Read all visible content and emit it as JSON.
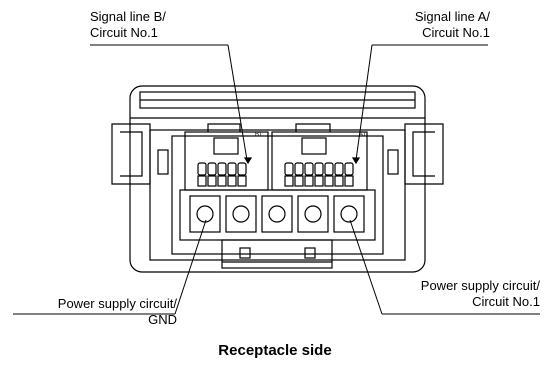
{
  "labels": {
    "signal_b": {
      "line1": "Signal line B/",
      "line2": "Circuit No.1"
    },
    "signal_a": {
      "line1": "Signal line A/",
      "line2": "Circuit No.1"
    },
    "power_gnd": {
      "line1": "Power supply circuit/",
      "line2": "GND"
    },
    "power_no1": {
      "line1": "Power supply circuit/",
      "line2": "Circuit No.1"
    }
  },
  "pin_marks": {
    "b1": "B1",
    "a1": "A1"
  },
  "caption": "Receptacle side",
  "colors": {
    "line": "#000000",
    "background": "#ffffff"
  }
}
